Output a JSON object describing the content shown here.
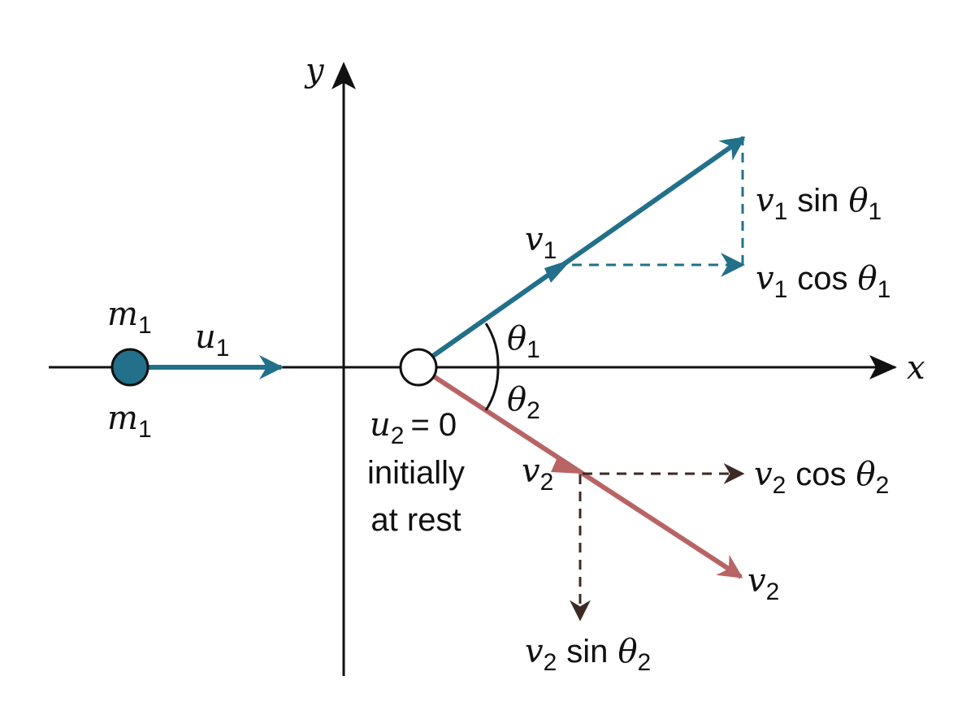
{
  "colors": {
    "axis": "#111111",
    "blue": "#22708a",
    "red": "#b86464",
    "dashed_dark": "#3d2a26",
    "particle_fill": "#22708a"
  },
  "axes": {
    "x_label": "x",
    "y_label": "y"
  },
  "incoming": {
    "mass_top": "m",
    "mass_top_sub": "1",
    "mass_bottom": "m",
    "mass_bottom_sub": "1",
    "velocity": "u",
    "velocity_sub": "1"
  },
  "target": {
    "velocity": "u",
    "velocity_sub": "2",
    "equals_text": "= 0",
    "note_line1": "initially",
    "note_line2": "at rest"
  },
  "angles": {
    "theta1": "θ",
    "theta1_sub": "1",
    "theta2": "θ",
    "theta2_sub": "2"
  },
  "v1": {
    "label": "v",
    "label_sub": "1",
    "sin_v": "v",
    "sin_v_sub": "1",
    "sin_fn": "sin",
    "sin_theta": "θ",
    "sin_theta_sub": "1",
    "cos_v": "v",
    "cos_v_sub": "1",
    "cos_fn": "cos",
    "cos_theta": "θ",
    "cos_theta_sub": "1"
  },
  "v2": {
    "label": "v",
    "label_sub": "2",
    "tip_label": "v",
    "tip_label_sub": "2",
    "cos_v": "v",
    "cos_v_sub": "2",
    "cos_fn": "cos",
    "cos_theta": "θ",
    "cos_theta_sub": "2",
    "sin_v": "v",
    "sin_v_sub": "2",
    "sin_fn": "sin",
    "sin_theta": "θ",
    "sin_theta_sub": "2"
  }
}
